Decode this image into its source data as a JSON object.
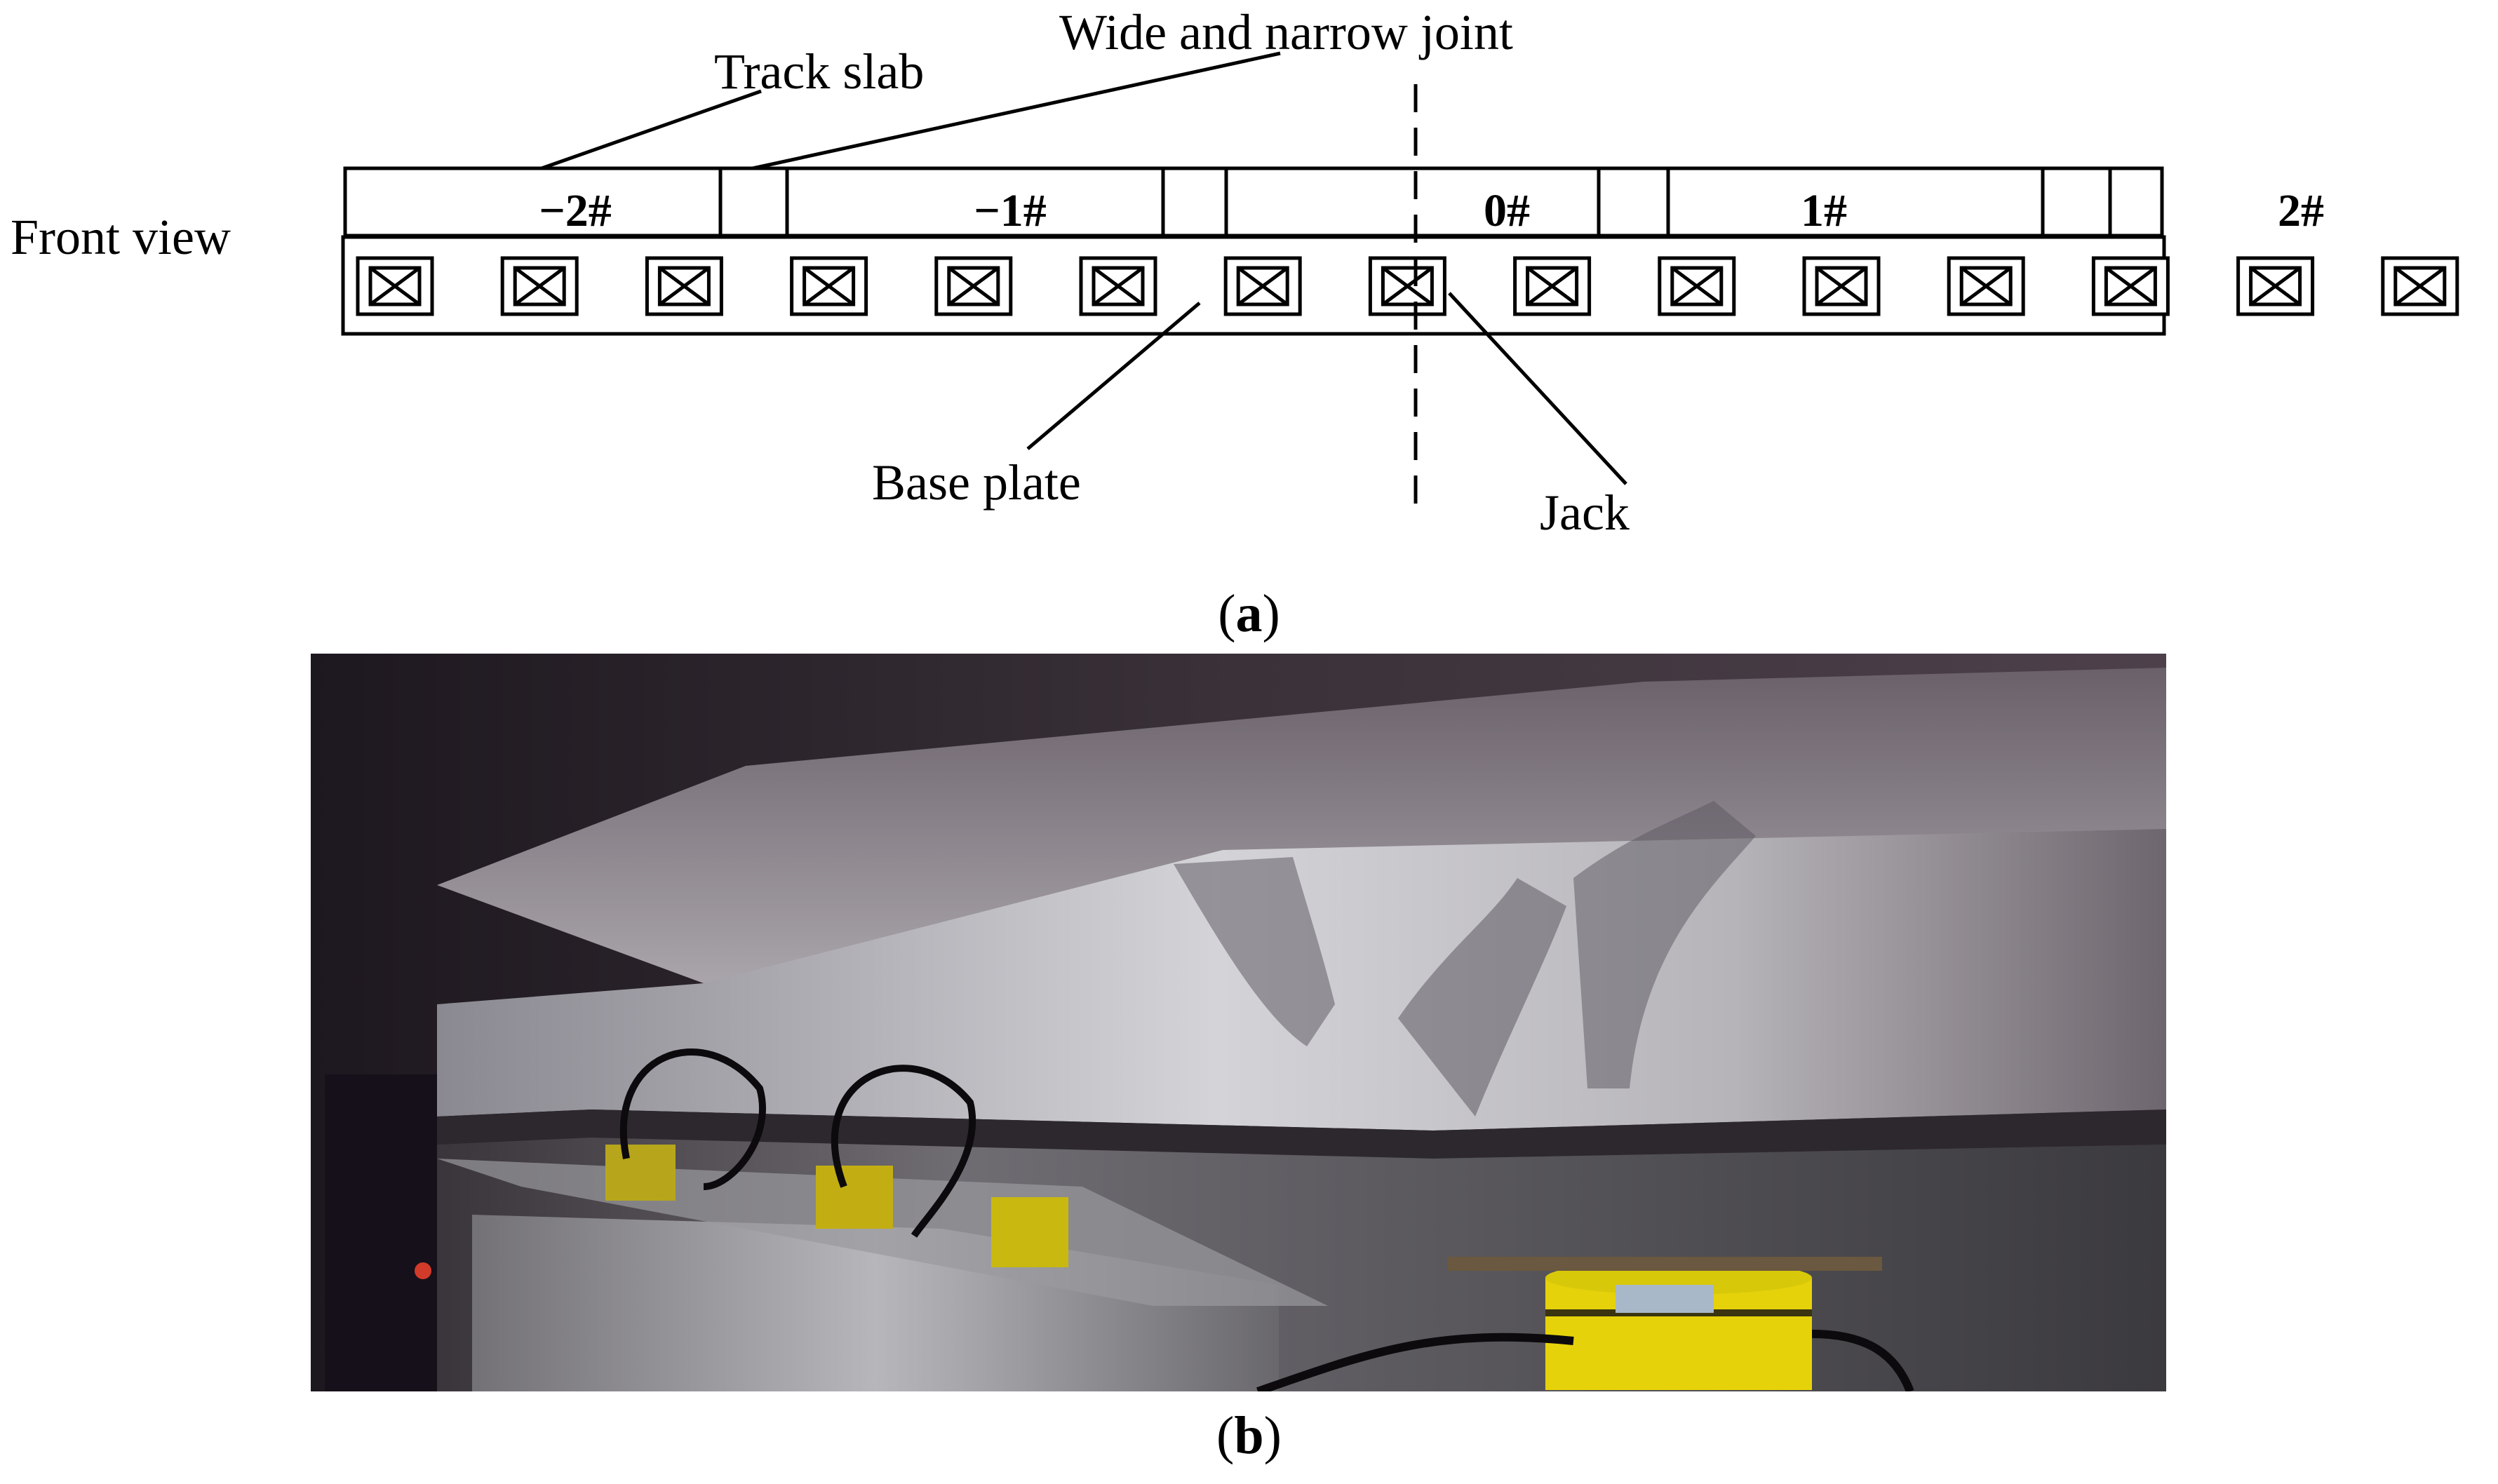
{
  "diagram": {
    "view_label": "Front view",
    "callouts": {
      "track_slab": "Track slab",
      "joint": "Wide and narrow joint",
      "base_plate": "Base plate",
      "jack": "Jack"
    },
    "slabs": [
      {
        "label": "−2#"
      },
      {
        "label": "−1#"
      },
      {
        "label": "0#"
      },
      {
        "label": "1#"
      },
      {
        "label": "2#"
      }
    ]
  },
  "captions": {
    "a": {
      "open": "(",
      "letter": "a",
      "close": ")"
    },
    "b": {
      "open": "(",
      "letter": "b",
      "close": ")"
    }
  },
  "colors": {
    "line": "#000000",
    "jack_yellow": "#e6d20a",
    "concrete_light": "#c9c9cc",
    "tunnel_dark": "#231c25"
  }
}
